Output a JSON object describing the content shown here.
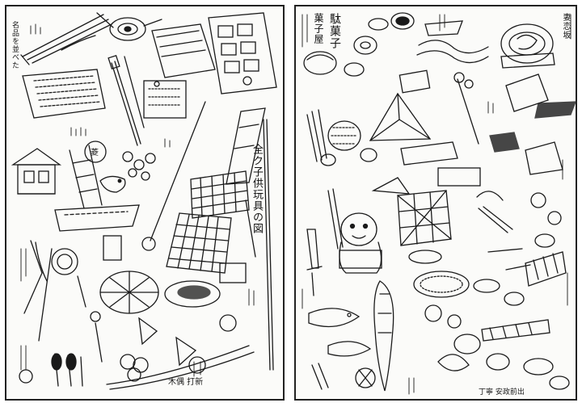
{
  "spread": {
    "left_page": {
      "title": "全ク子供玩具の図",
      "caption_top_left": "名品を並べた",
      "caption_bottom": "木偶 打新"
    },
    "right_page": {
      "title_main": "駄菓子",
      "title_sub": "菓子屋",
      "title_right": "妻恋坂",
      "caption_bottom": "丁寧 安政前出"
    }
  }
}
